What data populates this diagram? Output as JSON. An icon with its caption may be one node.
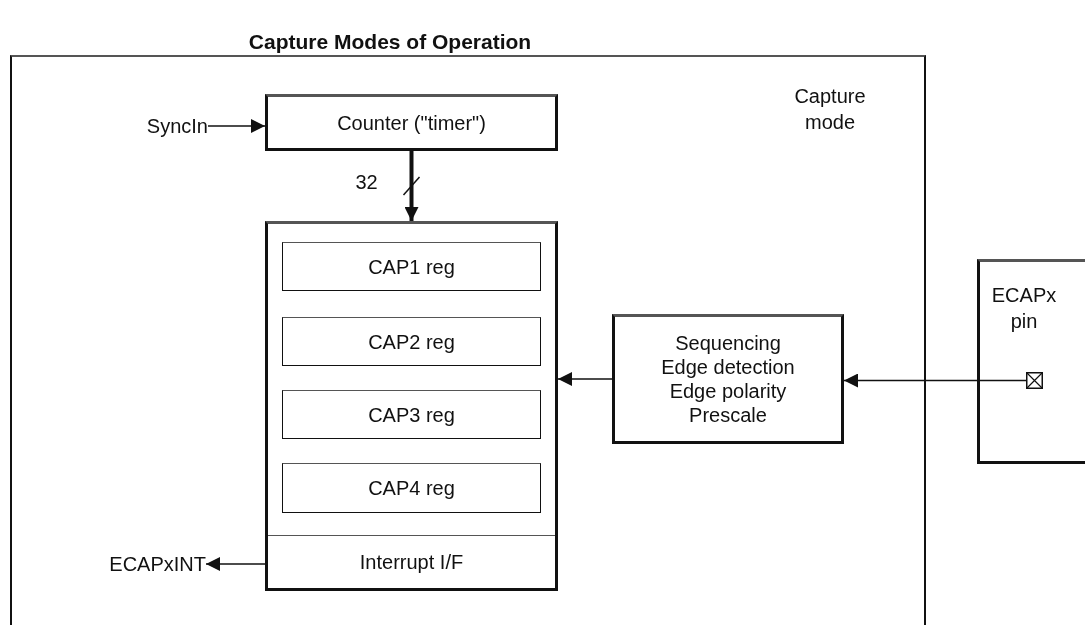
{
  "diagram": {
    "title": "Capture Modes of Operation",
    "nodes": [
      {
        "text": [
          "Capture mode"
        ]
      },
      {
        "text": [
          "SyncIn"
        ],
        "in": 0
      },
      {
        "text": [
          "Counter (\"timer\")"
        ],
        "in": 0
      },
      {
        "text": [],
        "shape": "box",
        "in": 0
      },
      {
        "text": [
          "CAP1 reg"
        ],
        "in": 3
      },
      {
        "text": [
          "CAP2 reg"
        ],
        "in": 3
      },
      {
        "text": [
          "CAP3 reg"
        ],
        "in": 3
      },
      {
        "text": [
          "CAP4 reg"
        ],
        "in": 3
      },
      {
        "text": [
          "Interrupt I/F"
        ],
        "in": 3
      },
      {
        "text": [
          "ECAPxINT"
        ],
        "in": 0
      },
      {
        "text": [
          "Sequencing",
          "Edge detection",
          "Edge polarity",
          "Prescale"
        ],
        "in": 0
      },
      {
        "text": [
          "ECAPx pin"
        ]
      },
      {
        "text": [],
        "shape": "box",
        "in": 11
      }
    ],
    "edges": [
      {
        "from": 1,
        "to": 2,
        "arrow": "to"
      },
      {
        "from": 2,
        "to": 3,
        "arrow": "to",
        "style": "thick",
        "label": "32"
      },
      {
        "from": 10,
        "to": 3,
        "arrow": "to"
      },
      {
        "from": 12,
        "to": 10,
        "arrow": "to"
      },
      {
        "from": 8,
        "to": 9,
        "arrow": "to"
      }
    ]
  }
}
